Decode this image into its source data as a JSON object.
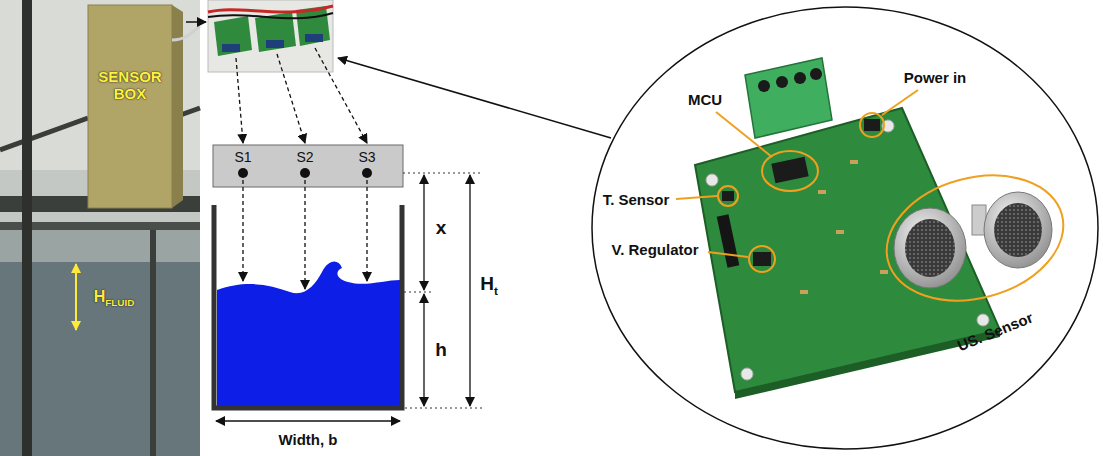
{
  "diagram": {
    "nodes": [
      {
        "text": [
          "SENSOR BOX"
        ]
      },
      {
        "text": [
          "S1",
          "S2",
          "S3"
        ]
      },
      {
        "text": [
          "Power in",
          "MCU",
          "T. Sensor",
          "V. Regulator",
          "US. Sensor"
        ]
      }
    ],
    "labels": [
      "HFLUID",
      "x",
      "h",
      "Ht",
      "Width, b"
    ]
  }
}
